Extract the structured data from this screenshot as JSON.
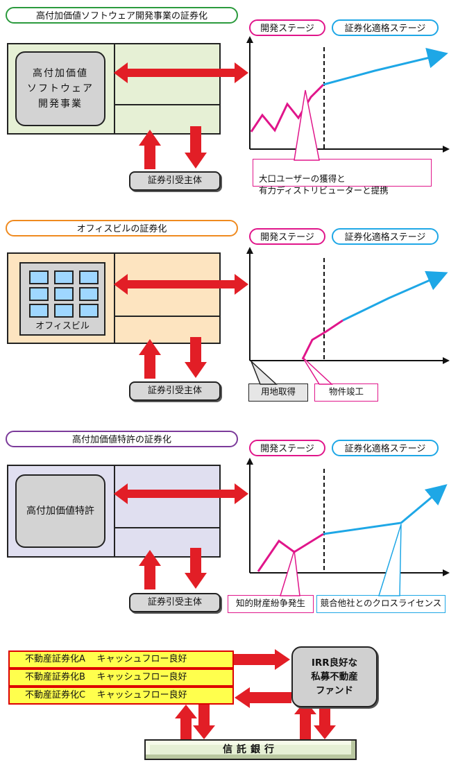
{
  "sections": [
    {
      "title": "高付加価値ソフトウェア開発事業の証券化",
      "title_border": "#2a9a3c",
      "fill": "#e6f0d5",
      "inner_label": "高付加価値\nソフトウェア\n開発事業",
      "entity": "証券引受主体",
      "stage_dev": "開発ステージ",
      "stage_sec": "証券化適格ステージ",
      "callouts": [
        "大口ユーザーの獲得と\n有力ディストリビューターと提携"
      ]
    },
    {
      "title": "オフィスビルの証券化",
      "title_border": "#ef8a1f",
      "fill": "#fde4c0",
      "inner_label": "オフィスビル",
      "entity": "証券引受主体",
      "stage_dev": "開発ステージ",
      "stage_sec": "証券化適格ステージ",
      "callouts": [
        "用地取得",
        "物件竣工"
      ]
    },
    {
      "title": "高付加価値特許の証券化",
      "title_border": "#7b3a9a",
      "fill": "#e0dff0",
      "inner_label": "高付加価値特許",
      "entity": "証券引受主体",
      "stage_dev": "開発ステージ",
      "stage_sec": "証券化適格ステージ",
      "callouts": [
        "知的財産紛争発生",
        "競合他社とのクロスライセンス"
      ]
    }
  ],
  "realestate": {
    "rows": [
      {
        "name": "不動産証券化A",
        "cf": "キャッシュフロー良好"
      },
      {
        "name": "不動産証券化B",
        "cf": "キャッシュフロー良好"
      },
      {
        "name": "不動産証券化C",
        "cf": "キャッシュフロー良好"
      }
    ],
    "fund": "IRR良好な\n私募不動産\nファンド",
    "bank": "信託銀行"
  },
  "colors": {
    "dev": "#e0158a",
    "sec": "#1ea7e6",
    "arrow": "#e21e26"
  }
}
